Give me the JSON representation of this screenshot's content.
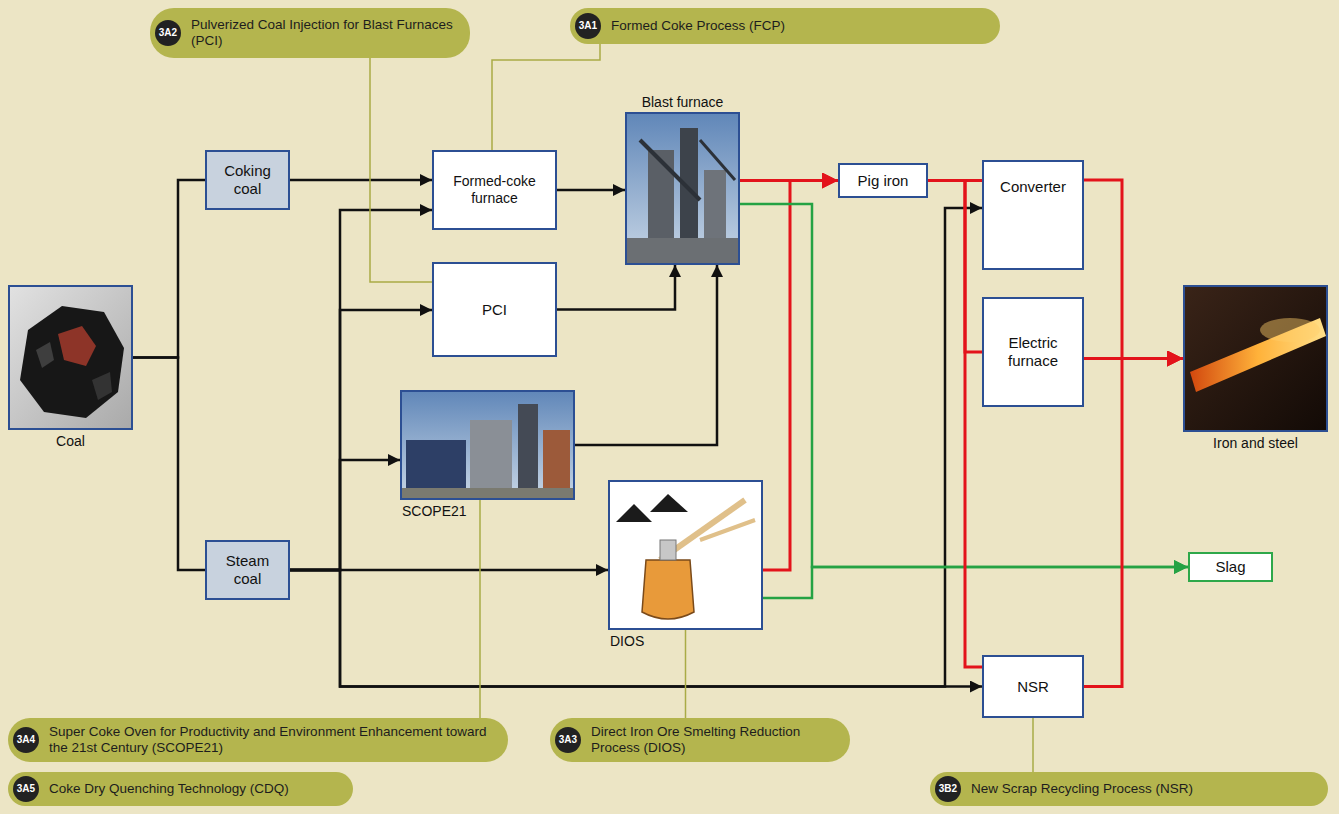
{
  "diagram": {
    "nodes": [
      {
        "text": [
          "3A2",
          "Pulverized Coal Injection for Blast Furnaces (PCI)"
        ]
      },
      {
        "text": [
          "3A1",
          "Formed Coke Process (FCP)"
        ]
      },
      {
        "text": [
          "Coking coal"
        ]
      },
      {
        "text": [
          "Formed-coke furnace"
        ]
      },
      {
        "text": [
          "Blast furnace"
        ]
      },
      {
        "text": [
          "Pig iron"
        ]
      },
      {
        "text": [
          "Converter"
        ]
      },
      {
        "text": [
          "PCI"
        ]
      },
      {
        "text": [
          "Coal"
        ]
      },
      {
        "text": [
          "Electric furnace"
        ]
      },
      {
        "text": [
          "Iron and steel"
        ]
      },
      {
        "text": [
          "SCOPE21"
        ]
      },
      {
        "text": [
          "Steam coal"
        ]
      },
      {
        "text": [
          "DIOS"
        ]
      },
      {
        "text": [
          "Slag"
        ]
      },
      {
        "text": [
          "NSR"
        ]
      },
      {
        "text": [
          "3A4",
          "Super Coke Oven for Productivity and Environment Enhancement toward the 21st Century (SCOPE21)"
        ]
      },
      {
        "text": [
          "3A3",
          "Direct Iron Ore Smelting Reduction Process (DIOS)"
        ]
      },
      {
        "text": [
          "3A5",
          "Coke Dry Quenching Technology (CDQ)"
        ]
      },
      {
        "text": [
          "3B2",
          "New Scrap Recycling Process (NSR)"
        ]
      }
    ],
    "edges": [
      {
        "from": 8,
        "to": 2,
        "arrow": "none"
      },
      {
        "from": 8,
        "to": 12,
        "arrow": "none"
      },
      {
        "from": 2,
        "to": 3,
        "arrow": "to"
      },
      {
        "from": 12,
        "to": 3,
        "arrow": "to"
      },
      {
        "from": 12,
        "to": 7,
        "arrow": "to"
      },
      {
        "from": 12,
        "to": 11,
        "arrow": "to"
      },
      {
        "from": 12,
        "to": 13,
        "arrow": "to"
      },
      {
        "from": 12,
        "to": 15,
        "arrow": "to"
      },
      {
        "from": 12,
        "to": 6,
        "arrow": "to"
      },
      {
        "from": 3,
        "to": 4,
        "arrow": "to"
      },
      {
        "from": 7,
        "to": 4,
        "arrow": "to"
      },
      {
        "from": 11,
        "to": 4,
        "arrow": "to"
      },
      {
        "from": 4,
        "to": 5,
        "arrow": "to"
      },
      {
        "from": 13,
        "to": 5,
        "arrow": "to"
      },
      {
        "from": 4,
        "to": 14,
        "arrow": "to"
      },
      {
        "from": 13,
        "to": 14,
        "arrow": "to"
      },
      {
        "from": 5,
        "to": 6,
        "arrow": "none"
      },
      {
        "from": 5,
        "to": 9,
        "arrow": "none"
      },
      {
        "from": 5,
        "to": 15,
        "arrow": "none"
      },
      {
        "from": 6,
        "to": 10,
        "arrow": "to"
      },
      {
        "from": 9,
        "to": 10,
        "arrow": "to"
      },
      {
        "from": 15,
        "to": 10,
        "arrow": "to"
      },
      {
        "from": 0,
        "to": 7,
        "arrow": "none"
      },
      {
        "from": 1,
        "to": 3,
        "arrow": "none"
      },
      {
        "from": 16,
        "to": 11,
        "arrow": "none"
      },
      {
        "from": 17,
        "to": 13,
        "arrow": "none"
      },
      {
        "from": 19,
        "to": 15,
        "arrow": "none"
      }
    ]
  }
}
